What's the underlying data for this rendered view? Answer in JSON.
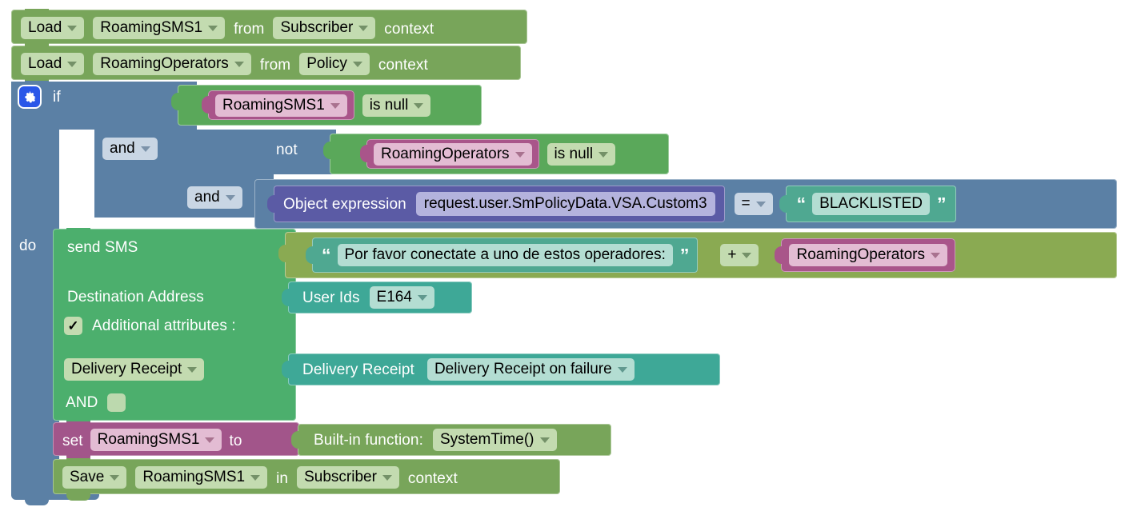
{
  "program": {
    "title": "Blockly policy rule editor",
    "colors": {
      "green_stack": "#78a55a",
      "green_sms": "#4caf6d",
      "blue_control": "#5b80a5",
      "pink_variable": "#a9558a",
      "teal_value": "#46ab9b",
      "purple_object": "#5b5ba5",
      "olive_text": "#8aaa52",
      "gear_blue": "#2a57e8"
    },
    "blocks": [
      {
        "id": "load1",
        "type": "load-context",
        "action": "Load",
        "variable": "RoamingSMS1",
        "preposition": "from",
        "context": "Subscriber",
        "suffix": "context"
      },
      {
        "id": "load2",
        "type": "load-context",
        "action": "Load",
        "variable": "RoamingOperators",
        "preposition": "from",
        "context": "Policy",
        "suffix": "context"
      }
    ],
    "if_block": {
      "gear_icon": "gear-icon",
      "if_label": "if",
      "do_label": "do",
      "conditions": [
        {
          "id": "cond1",
          "joiner": null,
          "kind": "null-check",
          "variable": "RoamingSMS1",
          "operator": "is null"
        },
        {
          "id": "cond2",
          "joiner": "and",
          "kind": "not-null-check",
          "negation": "not",
          "variable": "RoamingOperators",
          "operator": "is null"
        },
        {
          "id": "cond3",
          "joiner": "and",
          "kind": "object-expression",
          "expression_label": "Object expression",
          "expression_value": "request.user.SmPolicyData.VSA.Custom3",
          "comparator": "=",
          "compare_to_quote_open": "“",
          "compare_to_value": "BLACKLISTED",
          "compare_to_quote_close": "”"
        }
      ]
    },
    "do_body": {
      "send_sms": {
        "title": "send SMS",
        "message": {
          "quote_open": "“",
          "text": "Por favor conectate a uno de estos operadores:",
          "quote_close": "”",
          "concat_operator": "+",
          "concat_variable": "RoamingOperators"
        },
        "destination_address_label": "Destination Address",
        "destination_value": {
          "label": "User Ids",
          "format": "E164"
        },
        "additional_attributes": {
          "checked": true,
          "check_glyph": "✓",
          "label": "Additional attributes :"
        },
        "attribute_selector": "Delivery Receipt",
        "attribute_value": {
          "label": "Delivery Receipt",
          "value": "Delivery Receipt on failure"
        },
        "and_row": {
          "label": "AND",
          "checked": false
        }
      },
      "set_block": {
        "set_label": "set",
        "variable": "RoamingSMS1",
        "to_label": "to",
        "value_label": "Built-in function:",
        "value_function": "SystemTime()"
      },
      "save_block": {
        "action": "Save",
        "variable": "RoamingSMS1",
        "preposition": "in",
        "context": "Subscriber",
        "suffix": "context"
      }
    }
  }
}
